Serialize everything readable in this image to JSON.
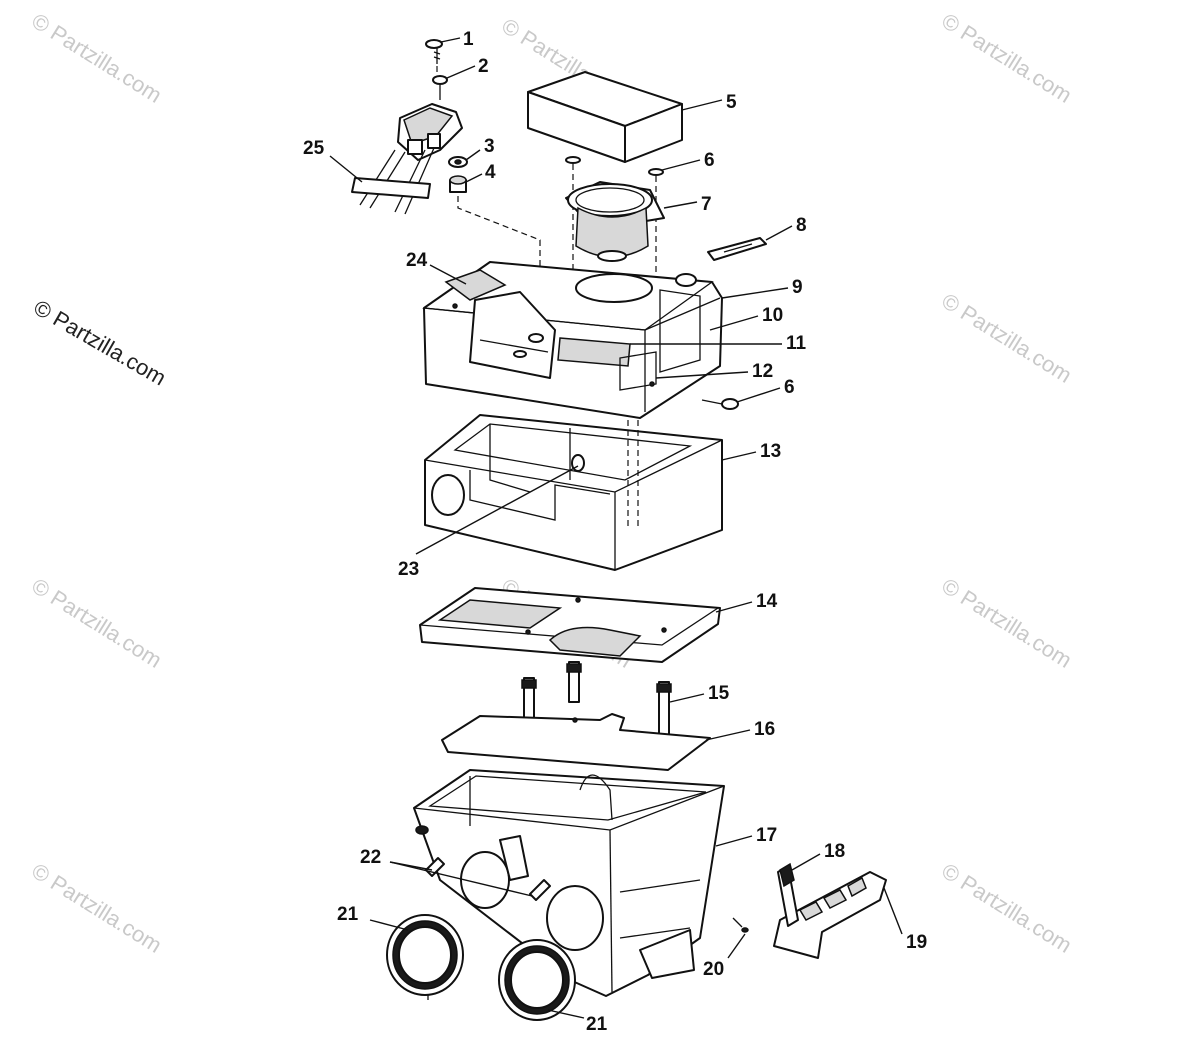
{
  "watermark": {
    "text": "© Partzilla.com"
  },
  "callouts": [
    {
      "n": "1"
    },
    {
      "n": "2"
    },
    {
      "n": "3"
    },
    {
      "n": "4"
    },
    {
      "n": "5"
    },
    {
      "n": "6"
    },
    {
      "n": "6"
    },
    {
      "n": "7"
    },
    {
      "n": "8"
    },
    {
      "n": "9"
    },
    {
      "n": "10"
    },
    {
      "n": "11"
    },
    {
      "n": "12"
    },
    {
      "n": "13"
    },
    {
      "n": "14"
    },
    {
      "n": "15"
    },
    {
      "n": "16"
    },
    {
      "n": "17"
    },
    {
      "n": "18"
    },
    {
      "n": "19"
    },
    {
      "n": "20"
    },
    {
      "n": "21"
    },
    {
      "n": "21"
    },
    {
      "n": "22"
    },
    {
      "n": "23"
    },
    {
      "n": "24"
    },
    {
      "n": "25"
    }
  ]
}
